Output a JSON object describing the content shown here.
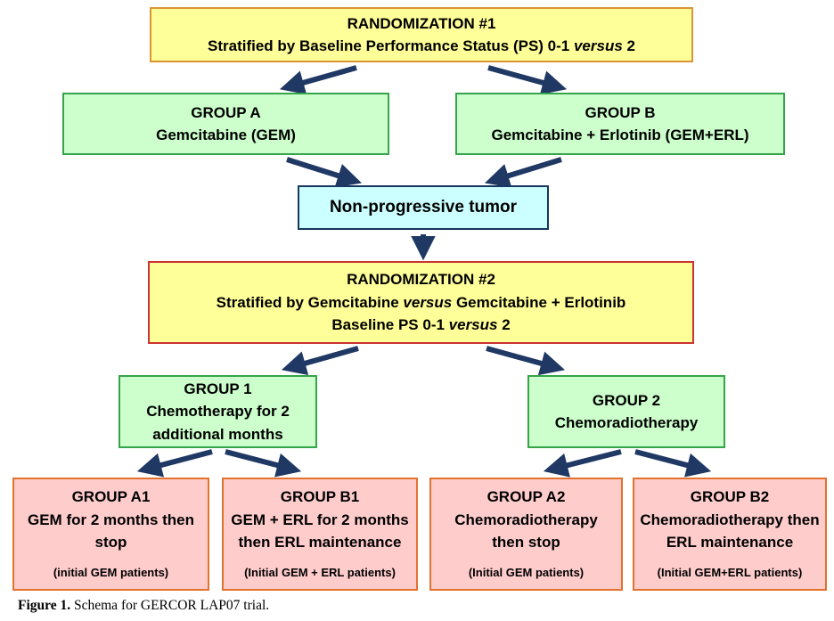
{
  "boxes": {
    "rand1": {
      "title": "RANDOMIZATION #1",
      "line2_pre": "Stratified by Baseline Performance Status (PS) 0-1 ",
      "line2_italic": "versus",
      "line2_post": " 2"
    },
    "group_a": {
      "title": "GROUP A",
      "line2": "Gemcitabine (GEM)"
    },
    "group_b": {
      "title": "GROUP B",
      "line2": "Gemcitabine + Erlotinib (GEM+ERL)"
    },
    "nonprog": {
      "label": "Non-progressive tumor"
    },
    "rand2": {
      "title": "RANDOMIZATION #2",
      "line2_pre": "Stratified by Gemcitabine ",
      "line2_italic": "versus",
      "line2_post": " Gemcitabine + Erlotinib",
      "line3_pre": "Baseline PS 0-1 ",
      "line3_italic": "versus",
      "line3_post": " 2"
    },
    "group_1": {
      "title": "GROUP 1",
      "line2": "Chemotherapy for 2 additional months"
    },
    "group_2": {
      "title": "GROUP 2",
      "line2": "Chemoradiotherapy"
    },
    "group_a1": {
      "title": "GROUP A1",
      "line2": "GEM for 2 months then stop",
      "note": "(initial GEM patients)"
    },
    "group_b1": {
      "title": "GROUP B1",
      "line2": "GEM + ERL for 2 months then ERL maintenance",
      "note": "(Initial GEM + ERL patients)"
    },
    "group_a2": {
      "title": "GROUP A2",
      "line2": "Chemoradiotherapy then stop",
      "note": "(Initial GEM patients)"
    },
    "group_b2": {
      "title": "GROUP B2",
      "line2": "Chemoradiotherapy then ERL maintenance",
      "note": "(Initial GEM+ERL patients)"
    }
  },
  "caption": {
    "label_bold": "Figure 1.",
    "text": " Schema for GERCOR LAP07 trial."
  },
  "colors": {
    "randomization_fill": "#FFFF99",
    "rand1_border": "#DB9433",
    "rand2_border": "#CC3333",
    "group_fill": "#CCFFCC",
    "group_border": "#35A54B",
    "tumor_fill": "#CCFFFF",
    "tumor_border": "#17375E",
    "outcome_fill": "#FFCCCC",
    "outcome_border": "#E2722E",
    "arrow": "#1F3864"
  }
}
